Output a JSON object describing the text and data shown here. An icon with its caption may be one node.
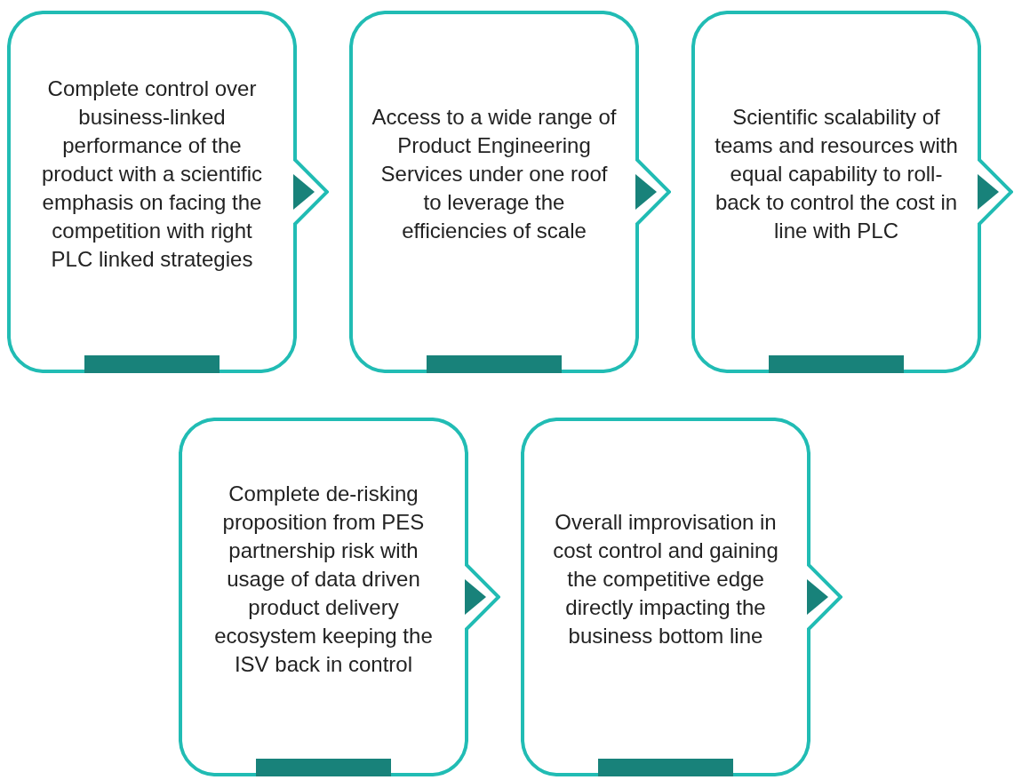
{
  "diagram": {
    "nodes": [
      {
        "text": [
          "Complete control over business-linked performance of the product with a scientific emphasis on facing the competition with right PLC linked strategies"
        ]
      },
      {
        "text": [
          "Access to a wide range of Product Engineering Services under one roof to leverage the efficiencies of scale"
        ]
      },
      {
        "text": [
          "Scientific scalability of teams and resources with equal capability to roll-back to control the cost in line with PLC"
        ]
      },
      {
        "text": [
          "Complete de-risking proposition from PES partnership risk with usage of data driven product delivery ecosystem keeping the ISV back in control"
        ]
      },
      {
        "text": [
          "Overall improvisation in cost control and gaining the competitive edge directly impacting the business bottom line"
        ]
      }
    ],
    "edges": [
      {
        "from": 0,
        "to": 1,
        "arrow": "to"
      },
      {
        "from": 1,
        "to": 2,
        "arrow": "to"
      },
      {
        "from": 2,
        "to": null,
        "arrow": "to"
      },
      {
        "from": 3,
        "to": 4,
        "arrow": "to"
      },
      {
        "from": 4,
        "to": null,
        "arrow": "to"
      }
    ]
  }
}
